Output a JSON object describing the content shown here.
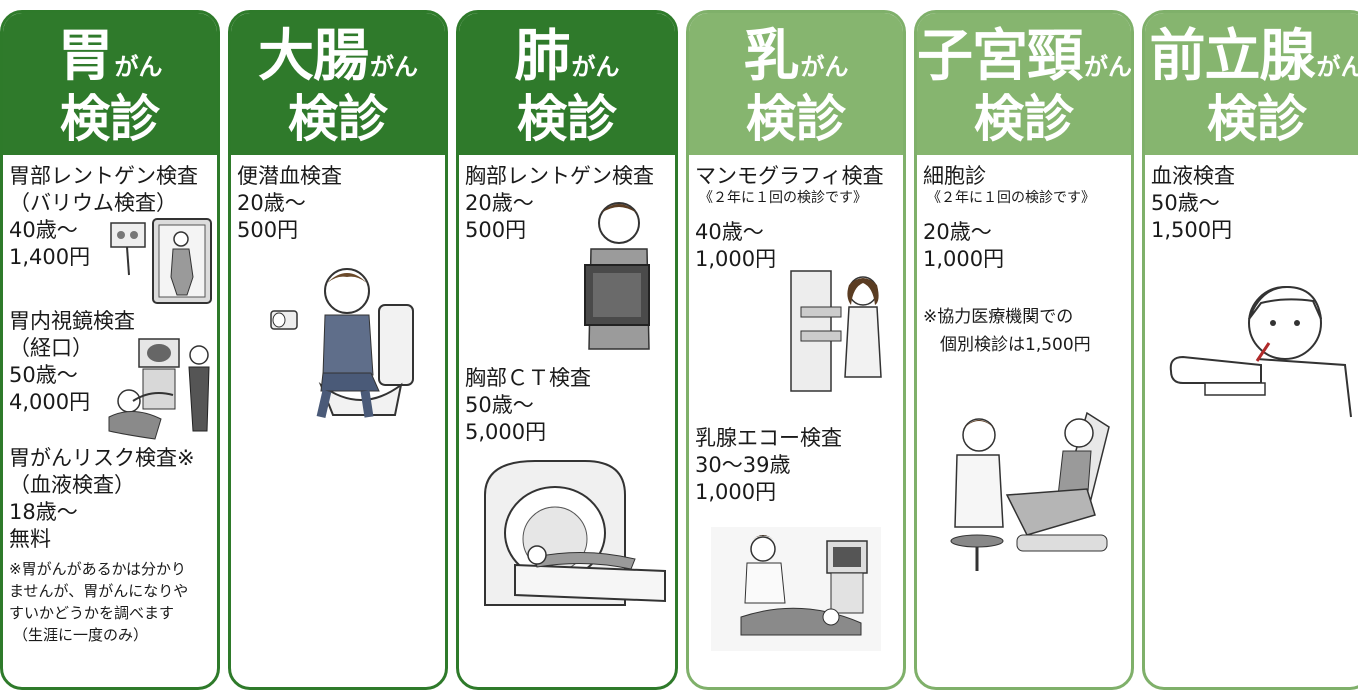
{
  "columns": [
    {
      "big": "胃",
      "small": "がん",
      "sub": "検診",
      "items": [
        {
          "lines": [
            "胃部レントゲン検査",
            "（バリウム検査）",
            "40歳～",
            "1,400円"
          ]
        },
        {
          "lines": [
            "胃内視鏡検査",
            "（経口）",
            "50歳～",
            "4,000円"
          ]
        },
        {
          "lines": [
            "胃がんリスク検査※",
            "（血液検査）",
            "18歳～",
            "無料"
          ]
        },
        {
          "note": [
            "※胃がんがあるかは分かり",
            "ませんが、胃がんになりや",
            "すいかどうかを調べます",
            "（生涯に一度のみ）"
          ]
        }
      ]
    },
    {
      "big": "大腸",
      "small": "がん",
      "sub": "検診",
      "items": [
        {
          "lines": [
            "便潜血検査",
            "20歳～",
            "500円"
          ]
        }
      ]
    },
    {
      "big": "肺",
      "small": "がん",
      "sub": "検診",
      "items": [
        {
          "lines": [
            "胸部レントゲン検査",
            "20歳～",
            "500円"
          ]
        },
        {
          "lines": [
            "胸部ＣＴ検査",
            "50歳～",
            "5,000円"
          ]
        }
      ]
    },
    {
      "big": "乳",
      "small": "がん",
      "sub": "検診",
      "items": [
        {
          "lines": [
            "マンモグラフィ検査"
          ],
          "note": "《２年に１回の検診です》",
          "lines2": [
            "40歳～",
            "1,000円"
          ]
        },
        {
          "lines": [
            "乳腺エコー検査",
            "30～39歳",
            "1,000円"
          ]
        }
      ]
    },
    {
      "big": "子宮頸",
      "small": "がん",
      "sub": "検診",
      "items": [
        {
          "lines": [
            "細胞診"
          ],
          "note": "《２年に１回の検診です》",
          "lines2": [
            "20歳～",
            "1,000円"
          ]
        },
        {
          "extra": [
            "※協力医療機関での",
            "　個別検診は1,500円"
          ]
        }
      ]
    },
    {
      "big": "前立腺",
      "small": "がん",
      "sub": "検診",
      "items": [
        {
          "lines": [
            "血液検査",
            "50歳～",
            "1,500円"
          ]
        }
      ]
    }
  ],
  "illustrations": {
    "c1a": "barium-xray-illustration",
    "c1b": "endoscopy-illustration",
    "c2": "toilet-illustration",
    "c3a": "chest-xray-illustration",
    "c3b": "ct-scanner-illustration",
    "c4a": "mammography-illustration",
    "c4b": "ultrasound-illustration",
    "c5": "gynecology-exam-illustration",
    "c6": "blood-test-illustration"
  },
  "colors": {
    "dark_green": "#2f7a2b",
    "light_green": "#86b56f"
  }
}
